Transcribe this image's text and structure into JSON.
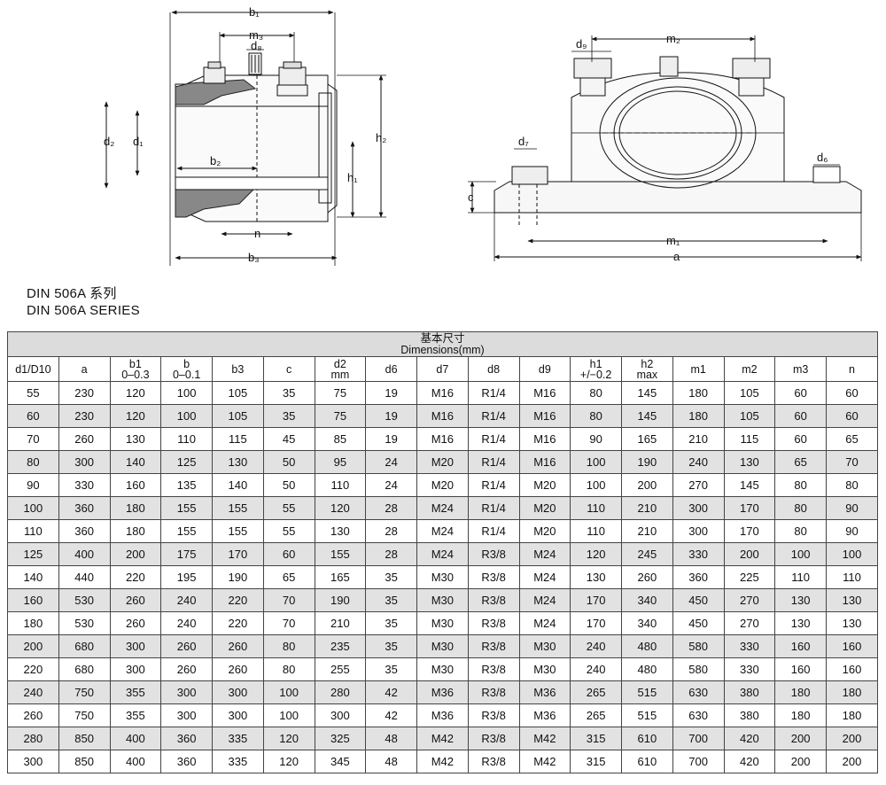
{
  "drawing": {
    "side_view_labels": {
      "b1": "b₁",
      "m3": "m₃",
      "d8": "d₈",
      "d2": "d₂",
      "d1": "d₁",
      "b2": "b₂",
      "h2": "h₂",
      "h1": "h₁",
      "n": "n",
      "b3": "b₃"
    },
    "front_view_labels": {
      "d9": "d₉",
      "m2": "m₂",
      "d7": "d₇",
      "d6": "d₆",
      "c": "c",
      "m1": "m₁",
      "a": "a"
    }
  },
  "series": {
    "cn": "DIN 506A  系列",
    "en": "DIN 506A  SERIES"
  },
  "table": {
    "title_cn": "基本尺寸",
    "title_en": "Dimensions(mm)",
    "columns": [
      {
        "l1": "d1/D10",
        "l2": ""
      },
      {
        "l1": "a",
        "l2": ""
      },
      {
        "l1": "b1",
        "l2": "0–0.3"
      },
      {
        "l1": "b",
        "l2": "0–0.1"
      },
      {
        "l1": "b3",
        "l2": ""
      },
      {
        "l1": "c",
        "l2": ""
      },
      {
        "l1": "d2",
        "l2": "mm"
      },
      {
        "l1": "d6",
        "l2": ""
      },
      {
        "l1": "d7",
        "l2": ""
      },
      {
        "l1": "d8",
        "l2": ""
      },
      {
        "l1": "d9",
        "l2": ""
      },
      {
        "l1": "h1",
        "l2": "+/−0.2"
      },
      {
        "l1": "h2",
        "l2": "max"
      },
      {
        "l1": "m1",
        "l2": ""
      },
      {
        "l1": "m2",
        "l2": ""
      },
      {
        "l1": "m3",
        "l2": ""
      },
      {
        "l1": "n",
        "l2": ""
      }
    ],
    "rows": [
      [
        "55",
        "230",
        "120",
        "100",
        "105",
        "35",
        "75",
        "19",
        "M16",
        "R1/4",
        "M16",
        "80",
        "145",
        "180",
        "105",
        "60",
        "60"
      ],
      [
        "60",
        "230",
        "120",
        "100",
        "105",
        "35",
        "75",
        "19",
        "M16",
        "R1/4",
        "M16",
        "80",
        "145",
        "180",
        "105",
        "60",
        "60"
      ],
      [
        "70",
        "260",
        "130",
        "110",
        "115",
        "45",
        "85",
        "19",
        "M16",
        "R1/4",
        "M16",
        "90",
        "165",
        "210",
        "115",
        "60",
        "65"
      ],
      [
        "80",
        "300",
        "140",
        "125",
        "130",
        "50",
        "95",
        "24",
        "M20",
        "R1/4",
        "M16",
        "100",
        "190",
        "240",
        "130",
        "65",
        "70"
      ],
      [
        "90",
        "330",
        "160",
        "135",
        "140",
        "50",
        "110",
        "24",
        "M20",
        "R1/4",
        "M20",
        "100",
        "200",
        "270",
        "145",
        "80",
        "80"
      ],
      [
        "100",
        "360",
        "180",
        "155",
        "155",
        "55",
        "120",
        "28",
        "M24",
        "R1/4",
        "M20",
        "110",
        "210",
        "300",
        "170",
        "80",
        "90"
      ],
      [
        "110",
        "360",
        "180",
        "155",
        "155",
        "55",
        "130",
        "28",
        "M24",
        "R1/4",
        "M20",
        "110",
        "210",
        "300",
        "170",
        "80",
        "90"
      ],
      [
        "125",
        "400",
        "200",
        "175",
        "170",
        "60",
        "155",
        "28",
        "M24",
        "R3/8",
        "M24",
        "120",
        "245",
        "330",
        "200",
        "100",
        "100"
      ],
      [
        "140",
        "440",
        "220",
        "195",
        "190",
        "65",
        "165",
        "35",
        "M30",
        "R3/8",
        "M24",
        "130",
        "260",
        "360",
        "225",
        "110",
        "110"
      ],
      [
        "160",
        "530",
        "260",
        "240",
        "220",
        "70",
        "190",
        "35",
        "M30",
        "R3/8",
        "M24",
        "170",
        "340",
        "450",
        "270",
        "130",
        "130"
      ],
      [
        "180",
        "530",
        "260",
        "240",
        "220",
        "70",
        "210",
        "35",
        "M30",
        "R3/8",
        "M24",
        "170",
        "340",
        "450",
        "270",
        "130",
        "130"
      ],
      [
        "200",
        "680",
        "300",
        "260",
        "260",
        "80",
        "235",
        "35",
        "M30",
        "R3/8",
        "M30",
        "240",
        "480",
        "580",
        "330",
        "160",
        "160"
      ],
      [
        "220",
        "680",
        "300",
        "260",
        "260",
        "80",
        "255",
        "35",
        "M30",
        "R3/8",
        "M30",
        "240",
        "480",
        "580",
        "330",
        "160",
        "160"
      ],
      [
        "240",
        "750",
        "355",
        "300",
        "300",
        "100",
        "280",
        "42",
        "M36",
        "R3/8",
        "M36",
        "265",
        "515",
        "630",
        "380",
        "180",
        "180"
      ],
      [
        "260",
        "750",
        "355",
        "300",
        "300",
        "100",
        "300",
        "42",
        "M36",
        "R3/8",
        "M36",
        "265",
        "515",
        "630",
        "380",
        "180",
        "180"
      ],
      [
        "280",
        "850",
        "400",
        "360",
        "335",
        "120",
        "325",
        "48",
        "M42",
        "R3/8",
        "M42",
        "315",
        "610",
        "700",
        "420",
        "200",
        "200"
      ],
      [
        "300",
        "850",
        "400",
        "360",
        "335",
        "120",
        "345",
        "48",
        "M42",
        "R3/8",
        "M42",
        "315",
        "610",
        "700",
        "420",
        "200",
        "200"
      ]
    ]
  }
}
